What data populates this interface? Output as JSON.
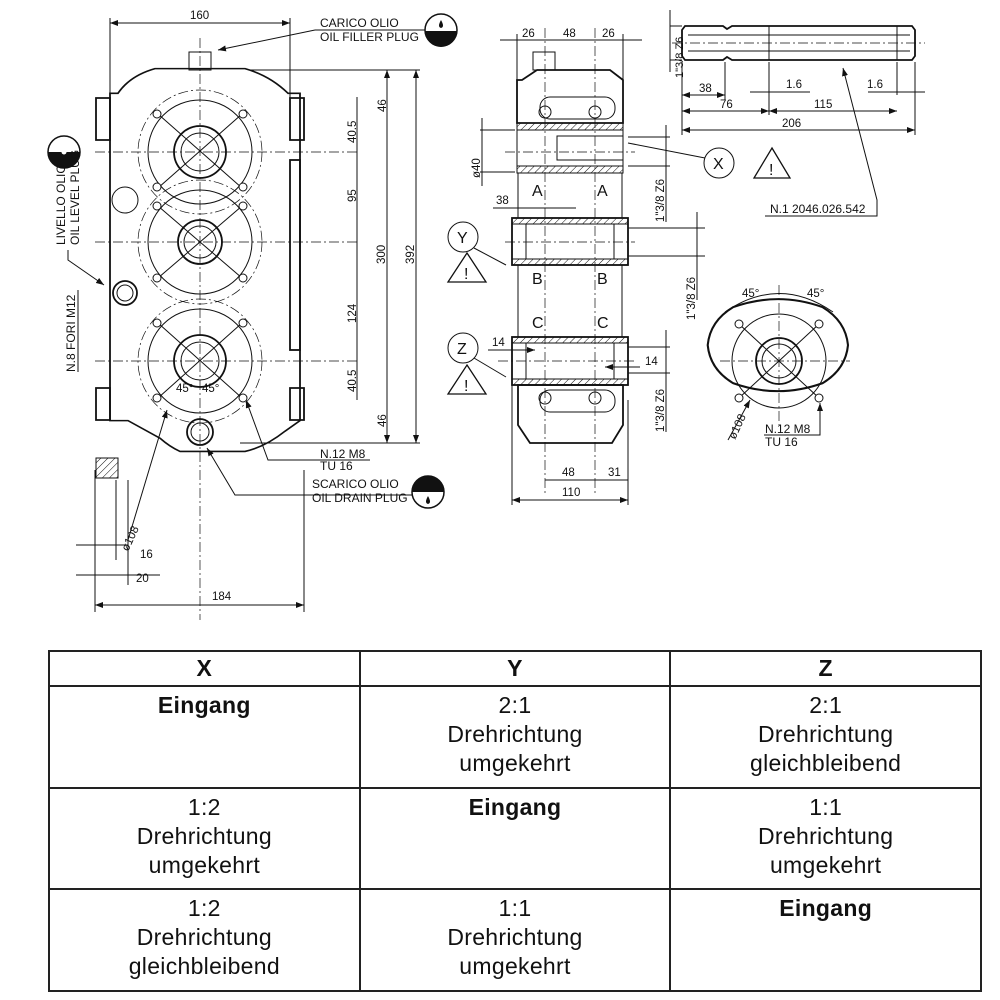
{
  "drawing": {
    "front": {
      "width_top": "160",
      "oil_filler": [
        "CARICO OLIO",
        "OIL FILLER PLUG"
      ],
      "oil_level": [
        "LIVELLO OLIO",
        "OIL LEVEL PLUG"
      ],
      "holes": "N.8 FORI M12",
      "dims_vertical": [
        "46",
        "40.5",
        "95",
        "124",
        "40.5",
        "46"
      ],
      "dim_300": "300",
      "dim_392": "392",
      "angle_left": "45°",
      "angle_right": "45°",
      "dia": "ø108",
      "dim_16": "16",
      "dim_20": "20",
      "bolts": [
        "N.12  M8",
        "TU  16"
      ],
      "oil_drain": [
        "SCARICO OLIO",
        "OIL DRAIN PLUG"
      ],
      "width_bottom": "184"
    },
    "side": {
      "dims_top": [
        "26",
        "48",
        "26"
      ],
      "dia40": "ø40",
      "dim_38": "38",
      "spline": "1\"3/8 Z6",
      "markers": [
        "X",
        "Y",
        "Z"
      ],
      "warning": "!",
      "letters": [
        "A",
        "A",
        "B",
        "B",
        "C",
        "C"
      ],
      "dim_14a": "14",
      "dim_14b": "14",
      "dims_bottom": [
        "48",
        "31"
      ],
      "width": "110"
    },
    "shaft": {
      "spline": "1\"3/8 Z6",
      "dims": [
        "38",
        "1.6",
        "1.6",
        "76",
        "115",
        "206"
      ],
      "part": "N.1 2046.026.542"
    },
    "flange": {
      "angles": [
        "45°",
        "45°"
      ],
      "dia": "ø108",
      "bolts": [
        "N.12  M8",
        "TU  16"
      ]
    }
  },
  "table": {
    "headers": [
      "X",
      "Y",
      "Z"
    ],
    "rows": [
      [
        [
          "Eingang"
        ],
        [
          "2:1",
          "Drehrichtung",
          "umgekehrt"
        ],
        [
          "2:1",
          "Drehrichtung",
          "gleichbleibend"
        ]
      ],
      [
        [
          "1:2",
          "Drehrichtung",
          "umgekehrt"
        ],
        [
          "Eingang"
        ],
        [
          "1:1",
          "Drehrichtung",
          "umgekehrt"
        ]
      ],
      [
        [
          "1:2",
          "Drehrichtung",
          "gleichbleibend"
        ],
        [
          "1:1",
          "Drehrichtung",
          "umgekehrt"
        ],
        [
          "Eingang"
        ]
      ]
    ]
  }
}
